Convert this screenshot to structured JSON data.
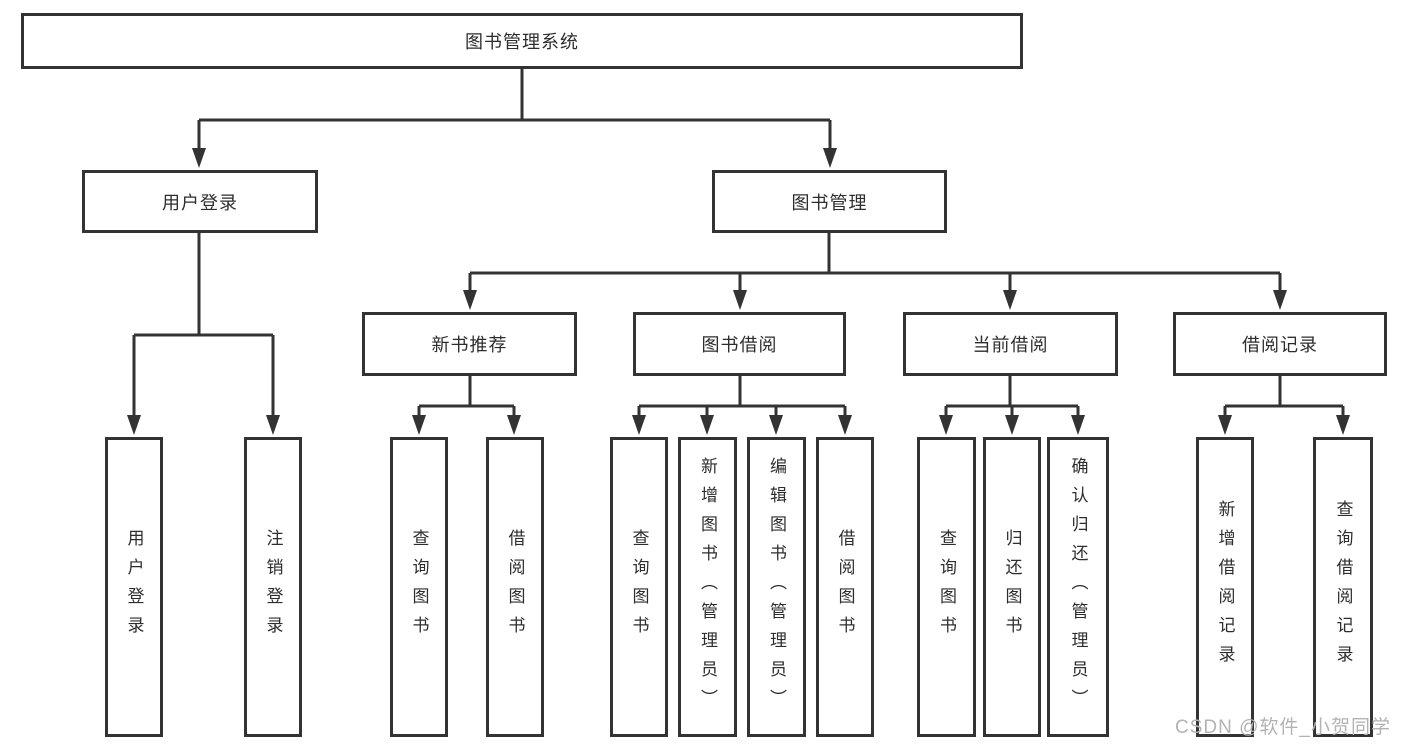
{
  "diagram": {
    "title": "图书管理系统",
    "watermark": "CSDN @软件_小贺同学",
    "colors": {
      "background": "#ffffff",
      "line": "#333333",
      "box_border": "#333333",
      "text": "#2d2d2d",
      "watermark": "#b3b3b3"
    },
    "nodes": {
      "root": {
        "label": "图书管理系统"
      },
      "user_login": {
        "label": "用户登录"
      },
      "book_mgmt": {
        "label": "图书管理"
      },
      "user_login_action": {
        "label": "用户登录"
      },
      "logout": {
        "label": "注销登录"
      },
      "new_book_rec": {
        "label": "新书推荐"
      },
      "book_borrow": {
        "label": "图书借阅"
      },
      "current_borrow": {
        "label": "当前借阅"
      },
      "borrow_records": {
        "label": "借阅记录"
      },
      "rec_query_book": {
        "label": "查询图书"
      },
      "rec_borrow_book": {
        "label": "借阅图书"
      },
      "bb_query_book": {
        "label": "查询图书"
      },
      "bb_add_book": {
        "label": "新增图书（管理员）"
      },
      "bb_edit_book": {
        "label": "编辑图书（管理员）"
      },
      "bb_borrow_book": {
        "label": "借阅图书"
      },
      "cb_query_book": {
        "label": "查询图书"
      },
      "cb_return_book": {
        "label": "归还图书"
      },
      "cb_confirm_return": {
        "label": "确认归还（管理员）"
      },
      "br_add_record": {
        "label": "新增借阅记录"
      },
      "br_query_record": {
        "label": "查询借阅记录"
      }
    },
    "hierarchy": [
      {
        "parent": "图书管理系统",
        "children": [
          "用户登录",
          "图书管理"
        ]
      },
      {
        "parent": "用户登录",
        "children": [
          "用户登录",
          "注销登录"
        ]
      },
      {
        "parent": "图书管理",
        "children": [
          "新书推荐",
          "图书借阅",
          "当前借阅",
          "借阅记录"
        ]
      },
      {
        "parent": "新书推荐",
        "children": [
          "查询图书",
          "借阅图书"
        ]
      },
      {
        "parent": "图书借阅",
        "children": [
          "查询图书",
          "新增图书（管理员）",
          "编辑图书（管理员）",
          "借阅图书"
        ]
      },
      {
        "parent": "当前借阅",
        "children": [
          "查询图书",
          "归还图书",
          "确认归还（管理员）"
        ]
      },
      {
        "parent": "借阅记录",
        "children": [
          "新增借阅记录",
          "查询借阅记录"
        ]
      }
    ]
  }
}
